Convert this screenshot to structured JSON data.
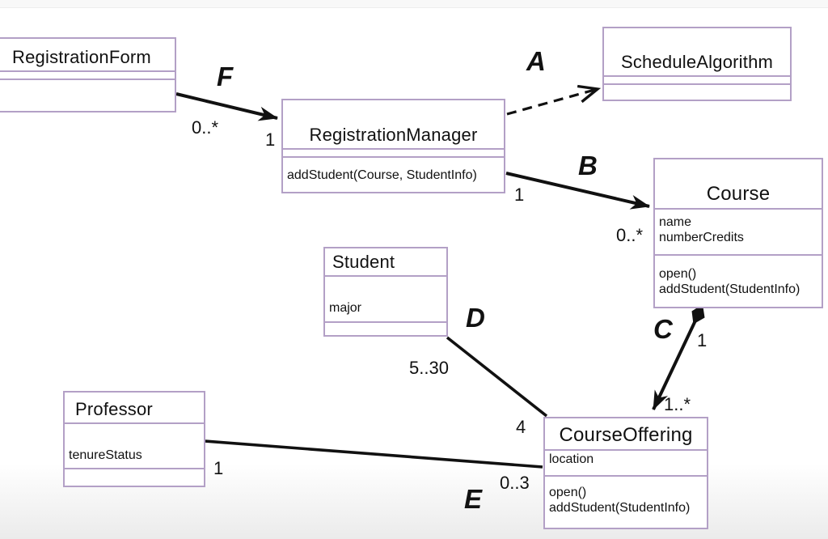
{
  "diagram": {
    "type": "uml-class-diagram",
    "colors": {
      "box_border": "#b3a0c6",
      "line": "#111111",
      "text": "#111111",
      "background": "#ffffff"
    },
    "classes": {
      "registration_form": {
        "name": "RegistrationForm",
        "attributes": [],
        "operations": []
      },
      "registration_manager": {
        "name": "RegistrationManager",
        "attributes": [],
        "operations": [
          "addStudent(Course, StudentInfo)"
        ]
      },
      "schedule_algorithm": {
        "name": "ScheduleAlgorithm",
        "attributes": [],
        "operations": []
      },
      "course": {
        "name": "Course",
        "attributes": [
          "name",
          "numberCredits"
        ],
        "operations": [
          "open()",
          "addStudent(StudentInfo)"
        ]
      },
      "student": {
        "name": "Student",
        "attributes": [
          "major"
        ],
        "operations": []
      },
      "professor": {
        "name": "Professor",
        "attributes": [
          "tenureStatus"
        ],
        "operations": []
      },
      "course_offering": {
        "name": "CourseOffering",
        "attributes": [
          "location"
        ],
        "operations": [
          "open()",
          "addStudent(StudentInfo)"
        ]
      }
    },
    "relationships": {
      "f": {
        "label": "F",
        "from": "RegistrationForm",
        "to": "RegistrationManager",
        "style": "association-arrow",
        "from_mult": "0..*",
        "to_mult": "1"
      },
      "a": {
        "label": "A",
        "from": "RegistrationManager",
        "to": "ScheduleAlgorithm",
        "style": "dashed-dependency",
        "from_mult": "",
        "to_mult": ""
      },
      "b": {
        "label": "B",
        "from": "RegistrationManager",
        "to": "Course",
        "style": "association-arrow",
        "from_mult": "1",
        "to_mult": "0..*"
      },
      "c": {
        "label": "C",
        "from": "Course",
        "to": "CourseOffering",
        "style": "composition-arrow",
        "from_mult": "1",
        "to_mult": "1..*"
      },
      "d": {
        "label": "D",
        "from": "Student",
        "to": "CourseOffering",
        "style": "association",
        "from_mult": "5..30",
        "to_mult": "4"
      },
      "e": {
        "label": "E",
        "from": "Professor",
        "to": "CourseOffering",
        "style": "association",
        "from_mult": "1",
        "to_mult": "0..3"
      }
    }
  }
}
